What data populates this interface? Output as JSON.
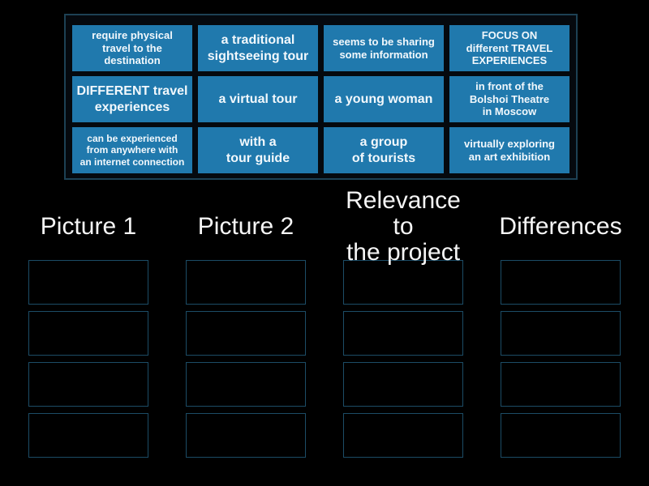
{
  "page": {
    "background_color": "#000000",
    "tile_color": "#2079ad",
    "tile_text_color": "#f2f8fc",
    "bank_border_color": "#1d4154",
    "slot_border_color": "#1c4c66",
    "header_text_color": "#f5f5f5"
  },
  "tile_bank": {
    "tiles": [
      {
        "label": "require physical\ntravel to the\ndestination"
      },
      {
        "label": "a traditional\nsightseeing tour"
      },
      {
        "label": "seems to be sharing\nsome information"
      },
      {
        "label": "FOCUS ON\ndifferent TRAVEL\nEXPERIENCES"
      },
      {
        "label": "DIFFERENT travel\nexperiences"
      },
      {
        "label": "a virtual tour"
      },
      {
        "label": "a young woman"
      },
      {
        "label": "in front of the\nBolshoi Theatre\nin Moscow"
      },
      {
        "label": "can be experienced\nfrom anywhere with\nan internet connection"
      },
      {
        "label": "with a\ntour guide"
      },
      {
        "label": "a group\nof tourists"
      },
      {
        "label": "virtually exploring\nan art exhibition"
      }
    ]
  },
  "groups": [
    {
      "title": "Picture 1",
      "slot_count": 4
    },
    {
      "title": "Picture 2",
      "slot_count": 4
    },
    {
      "title": "Relevance to\nthe project",
      "slot_count": 4
    },
    {
      "title": "Differences",
      "slot_count": 4
    }
  ]
}
